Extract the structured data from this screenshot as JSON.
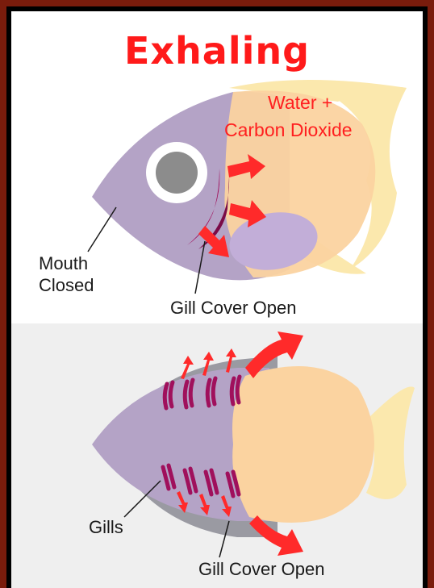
{
  "title": "Exhaling",
  "top_panel": {
    "water_label_line1": "Water +",
    "water_label_line2": "Carbon Dioxide",
    "mouth_label_line1": "Mouth",
    "mouth_label_line2": "Closed",
    "gill_cover_label": "Gill Cover Open"
  },
  "bottom_panel": {
    "gills_label": "Gills",
    "gill_cover_label": "Gill Cover Open"
  },
  "colors": {
    "title_red": "#ff1a1a",
    "fish_body": "#b4a3c6",
    "fish_head_orange": "#fbd3a0",
    "fin_yellow": "#fbe8ad",
    "gill_magenta": "#a0105c",
    "arrow_red": "#ff2a2a",
    "border": "#7a1c0c"
  }
}
